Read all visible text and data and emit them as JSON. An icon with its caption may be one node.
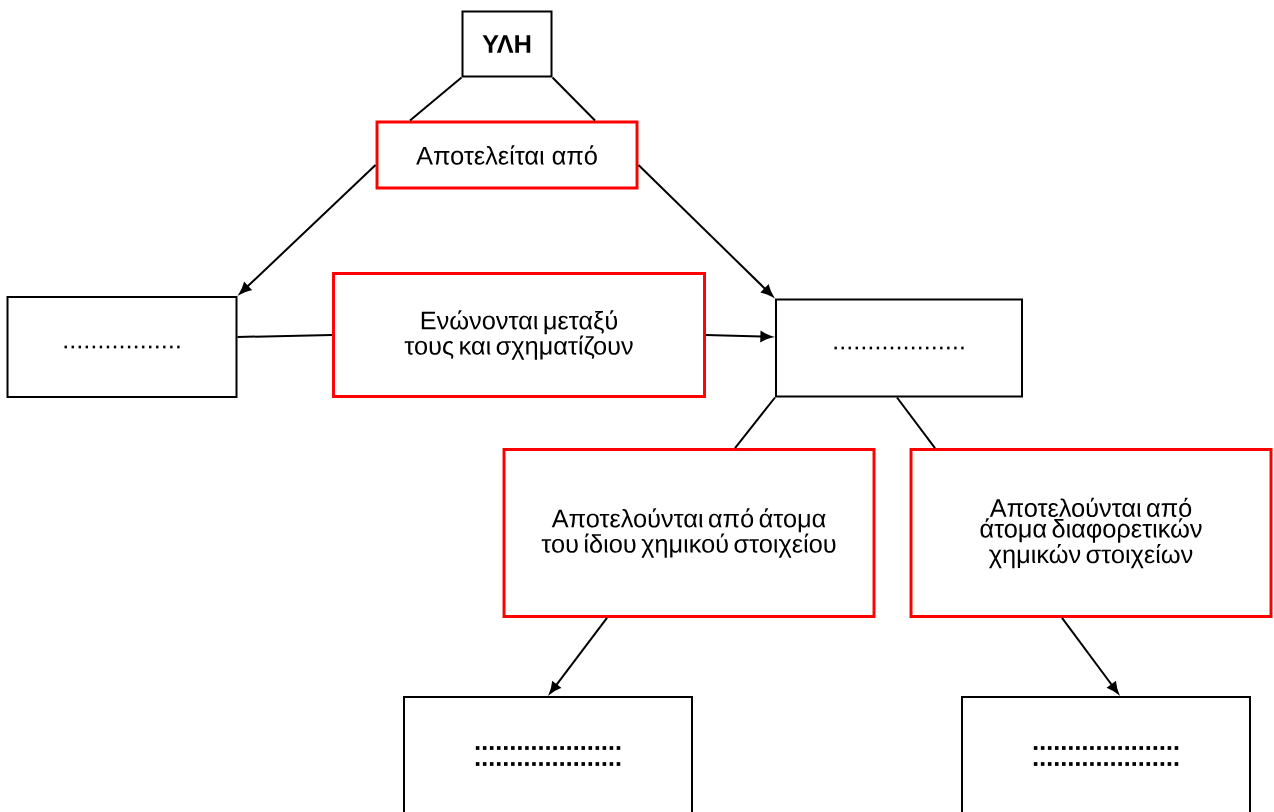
{
  "diagram": {
    "nodes": [
      {
        "text": [
          "ΥΛΗ"
        ]
      },
      {
        "text": [
          "Αποτελείται από"
        ]
      },
      {
        "text": [
          "................."
        ]
      },
      {
        "text": [
          "Ενώνονται μεταξύ τους και σχηματίζουν"
        ]
      },
      {
        "text": [
          "..................."
        ]
      },
      {
        "text": [
          "Αποτελούνται από άτομα του ίδιου χημικού στοιχείου"
        ]
      },
      {
        "text": [
          "Αποτελούνται από άτομα διαφορετικών χημικών στοιχείων"
        ]
      },
      {
        "text": [
          "..................... ....................."
        ]
      },
      {
        "text": [
          "..................... ....................."
        ]
      }
    ],
    "edges": [
      {
        "from": 0,
        "to": 1,
        "arrow": "none"
      },
      {
        "from": 0,
        "to": 1,
        "arrow": "none"
      },
      {
        "from": 1,
        "to": 2,
        "arrow": "to"
      },
      {
        "from": 1,
        "to": 4,
        "arrow": "to"
      },
      {
        "from": 2,
        "to": 3,
        "arrow": "none"
      },
      {
        "from": 3,
        "to": 4,
        "arrow": "to"
      },
      {
        "from": 4,
        "to": 5,
        "arrow": "none"
      },
      {
        "from": 4,
        "to": 6,
        "arrow": "none"
      },
      {
        "from": 5,
        "to": 7,
        "arrow": "to"
      },
      {
        "from": 6,
        "to": 8,
        "arrow": "to"
      }
    ]
  }
}
